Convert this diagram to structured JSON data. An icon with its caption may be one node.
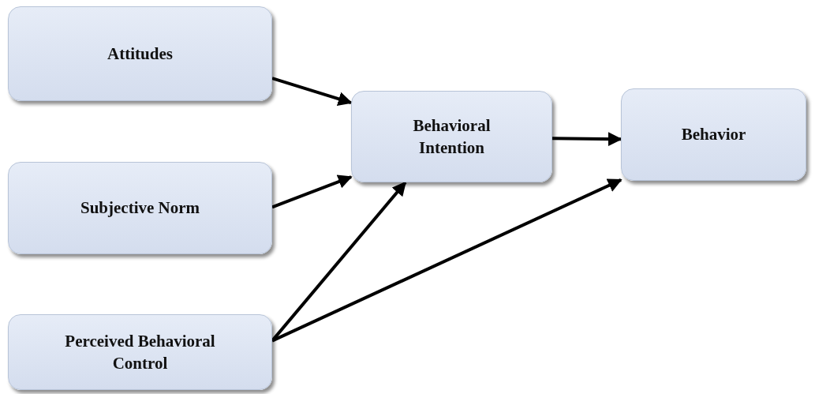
{
  "diagram": {
    "nodes": [
      {
        "text": [
          "Attitudes"
        ]
      },
      {
        "text": [
          "Subjective Norm"
        ]
      },
      {
        "text": [
          "Perceived Behavioral Control"
        ]
      },
      {
        "text": [
          "Behavioral Intention"
        ]
      },
      {
        "text": [
          "Behavior"
        ]
      }
    ],
    "edges": [
      {
        "from": 0,
        "to": 3,
        "arrow": "to"
      },
      {
        "from": 1,
        "to": 3,
        "arrow": "to"
      },
      {
        "from": 2,
        "to": 3,
        "arrow": "to"
      },
      {
        "from": 2,
        "to": 4,
        "arrow": "to"
      },
      {
        "from": 3,
        "to": 4,
        "arrow": "to"
      }
    ]
  }
}
